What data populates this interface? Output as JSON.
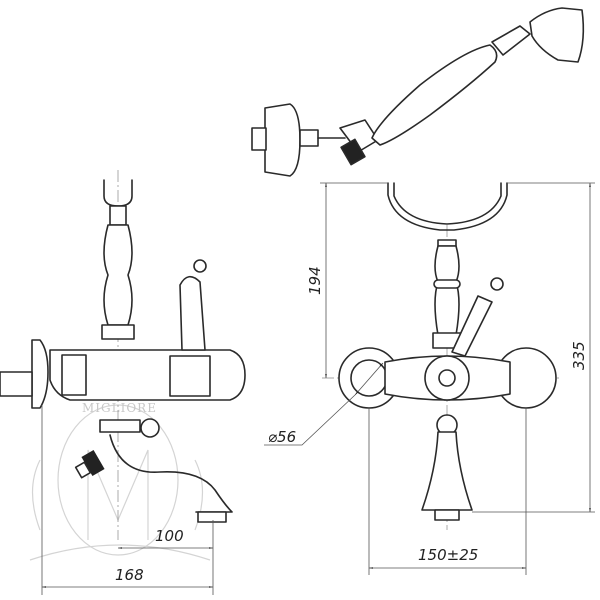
{
  "drawing": {
    "dimensions": {
      "height_holder": "194",
      "height_total": "335",
      "diameter": "⌀56",
      "spout_reach": "100",
      "depth": "168",
      "center_distance": "150±25"
    },
    "watermark": "MIGLIORE"
  }
}
